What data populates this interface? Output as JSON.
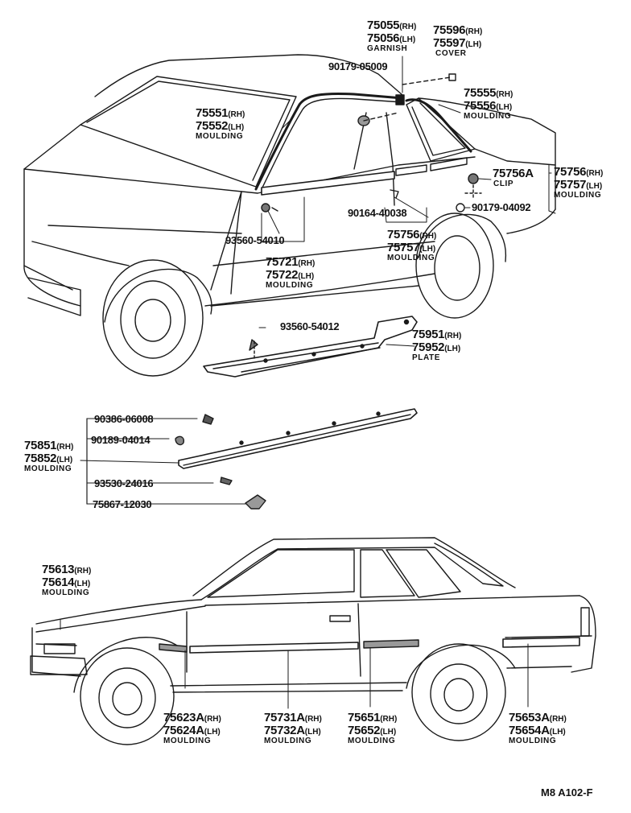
{
  "labels": {
    "p75055": {
      "num": "75055",
      "suf": "(RH)"
    },
    "p75056": {
      "num": "75056",
      "suf": "(LH)"
    },
    "garnish": "GARNISH",
    "p75596": {
      "num": "75596",
      "suf": "(RH)"
    },
    "p75597": {
      "num": "75597",
      "suf": "(LH)"
    },
    "cover": "COVER",
    "p90179_05009": "90179-05009",
    "p75551": {
      "num": "75551",
      "suf": "(RH)"
    },
    "p75552": {
      "num": "75552",
      "suf": "(LH)"
    },
    "moulding_a": "MOULDING",
    "p75555": {
      "num": "75555",
      "suf": "(RH)"
    },
    "p75556": {
      "num": "75556",
      "suf": "(LH)"
    },
    "moulding_b": "MOULDING",
    "p75756A": "75756A",
    "clip": "CLIP",
    "p75756r": {
      "num": "75756",
      "suf": "(RH)"
    },
    "p75757r": {
      "num": "75757",
      "suf": "(LH)"
    },
    "moulding_c": "MOULDING",
    "p90164_40038": "90164-40038",
    "p90179_04092": "90179-04092",
    "p75756m": {
      "num": "75756",
      "suf": "(RH)"
    },
    "p75757m": {
      "num": "75757",
      "suf": "(LH)"
    },
    "moulding_d": "MOULDING",
    "p93560_54010": "93560-54010",
    "p75721": {
      "num": "75721",
      "suf": "(RH)"
    },
    "p75722": {
      "num": "75722",
      "suf": "(LH)"
    },
    "moulding_e": "MOULDING",
    "p93560_54012": "93560-54012",
    "p75951": {
      "num": "75951",
      "suf": "(RH)"
    },
    "p75952": {
      "num": "75952",
      "suf": "(LH)"
    },
    "plate": "PLATE",
    "p90386_06008": "90386-06008",
    "p90189_04014": "90189-04014",
    "p75851": {
      "num": "75851",
      "suf": "(RH)"
    },
    "p75852": {
      "num": "75852",
      "suf": "(LH)"
    },
    "moulding_f": "MOULDING",
    "p93530_24016": "93530-24016",
    "p75867_12030": "75867-12030",
    "p75613": {
      "num": "75613",
      "suf": "(RH)"
    },
    "p75614": {
      "num": "75614",
      "suf": "(LH)"
    },
    "moulding_g": "MOULDING",
    "p75623A": {
      "num": "75623A",
      "suf": "(RH)"
    },
    "p75624A": {
      "num": "75624A",
      "suf": "(LH)"
    },
    "moulding_h": "MOULDING",
    "p75731A": {
      "num": "75731A",
      "suf": "(RH)"
    },
    "p75732A": {
      "num": "75732A",
      "suf": "(LH)"
    },
    "moulding_i": "MOULDING",
    "p75651": {
      "num": "75651",
      "suf": "(RH)"
    },
    "p75652": {
      "num": "75652",
      "suf": "(LH)"
    },
    "moulding_j": "MOULDING",
    "p75653A": {
      "num": "75653A",
      "suf": "(RH)"
    },
    "p75654A": {
      "num": "75654A",
      "suf": "(LH)"
    },
    "moulding_k": "MOULDING",
    "ref_code": "M8 A102-F"
  }
}
